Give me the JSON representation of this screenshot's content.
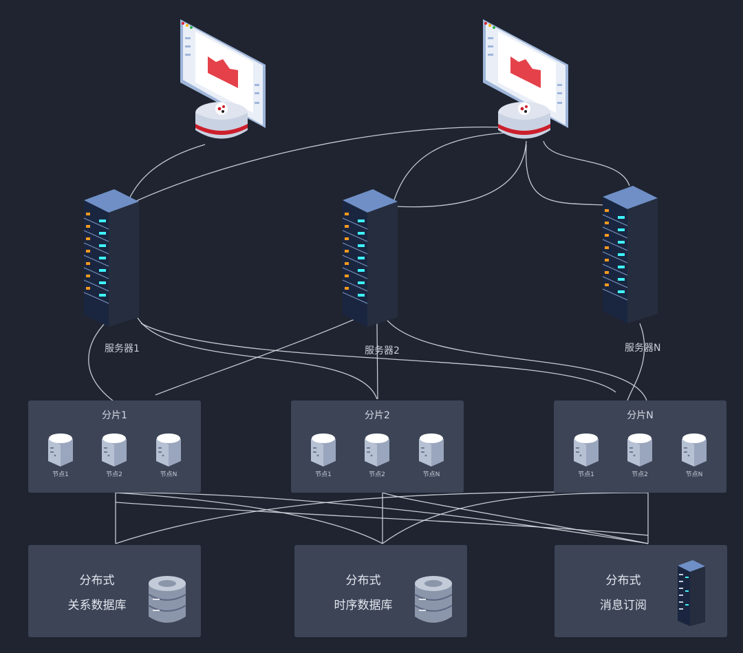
{
  "servers": [
    {
      "label": "服务器1"
    },
    {
      "label": "服务器2"
    },
    {
      "label": "服务器N"
    }
  ],
  "shards": [
    {
      "title": "分片1",
      "nodes": [
        "节点1",
        "节点2",
        "节点N"
      ]
    },
    {
      "title": "分片2",
      "nodes": [
        "节点1",
        "节点2",
        "节点N"
      ]
    },
    {
      "title": "分片N",
      "nodes": [
        "节点1",
        "节点2",
        "节点N"
      ]
    }
  ],
  "storage": [
    {
      "line1": "分布式",
      "line2": "关系数据库",
      "icon": "database-icon"
    },
    {
      "line1": "分布式",
      "line2": "时序数据库",
      "icon": "database-icon"
    },
    {
      "line1": "分布式",
      "line2": "消息订阅",
      "icon": "server-rack-icon"
    }
  ],
  "colors": {
    "background": "#1f2430",
    "panel": "#3c4456",
    "connector": "#d9dde6",
    "chart_accent": "#e0202a"
  }
}
